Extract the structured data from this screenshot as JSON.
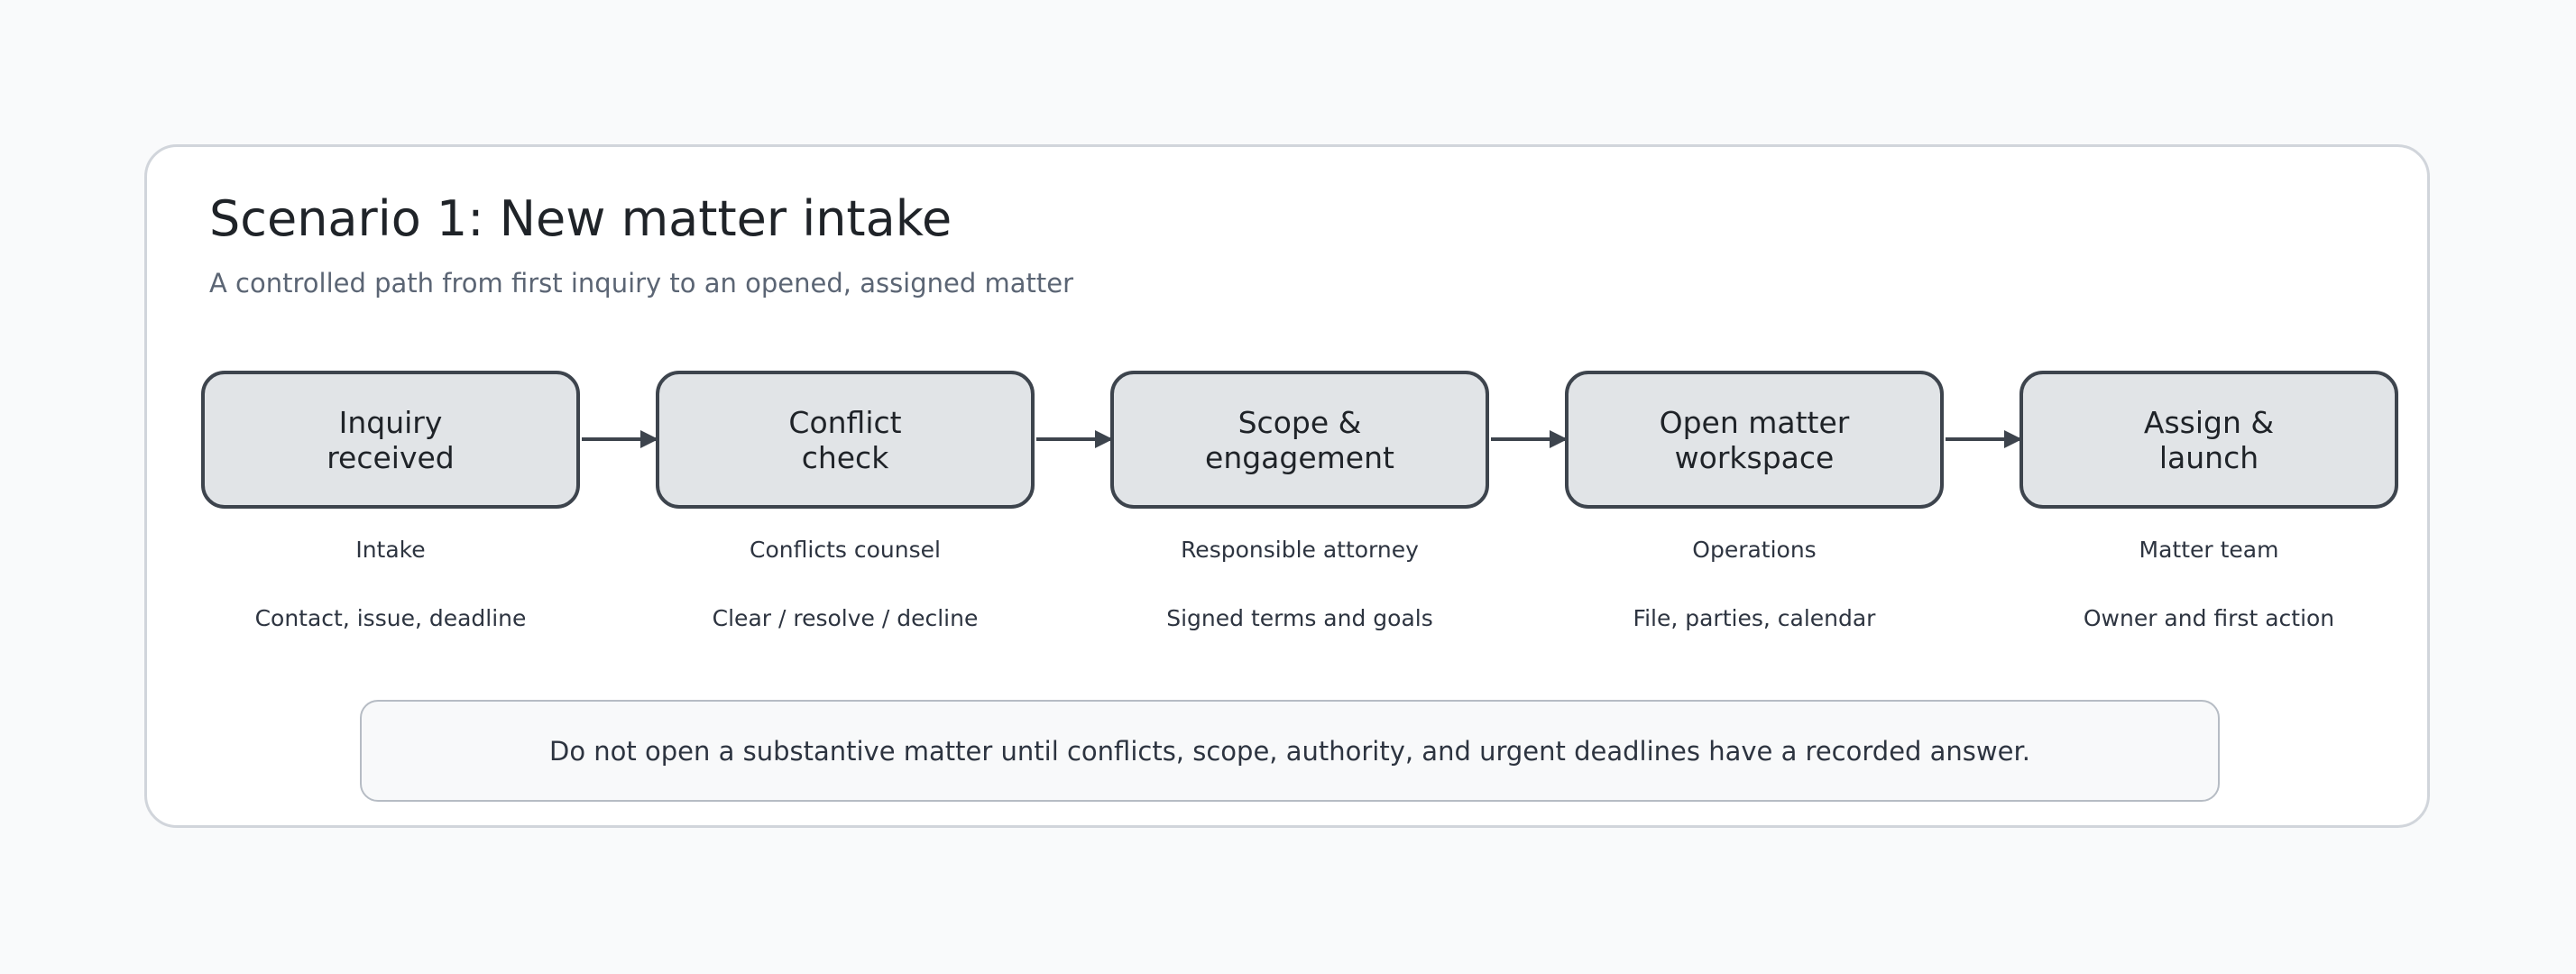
{
  "diagram": {
    "title": "Scenario 1: New matter intake",
    "subtitle": "A controlled path from first inquiry to an opened, assigned matter",
    "steps": [
      {
        "label": "Inquiry\nreceived",
        "owner": "Intake",
        "output": "Contact, issue, deadline"
      },
      {
        "label": "Conflict\ncheck",
        "owner": "Conflicts counsel",
        "output": "Clear / resolve / decline"
      },
      {
        "label": "Scope &\nengagement",
        "owner": "Responsible attorney",
        "output": "Signed terms and goals"
      },
      {
        "label": "Open matter\nworkspace",
        "owner": "Operations",
        "output": "File, parties, calendar"
      },
      {
        "label": "Assign &\nlaunch",
        "owner": "Matter team",
        "output": "Owner and first action"
      }
    ],
    "note": "Do not open a substantive matter until conflicts, scope, authority, and urgent deadlines have a recorded answer."
  },
  "colors": {
    "box_fill": "#e1e4e7",
    "box_border": "#3d444d",
    "arrow": "#3d444d"
  }
}
